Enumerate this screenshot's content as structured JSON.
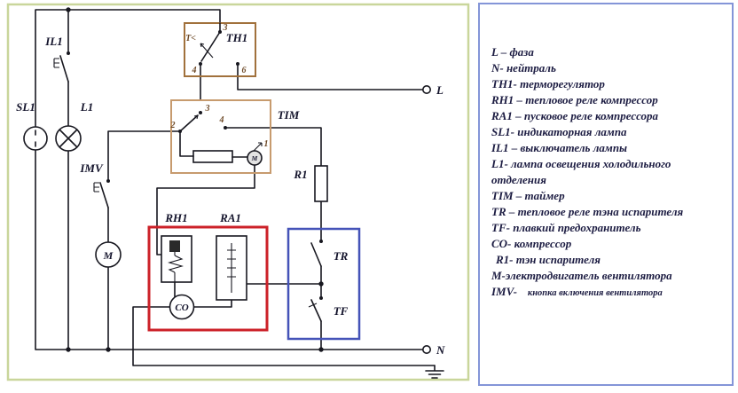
{
  "schematic": {
    "labels": {
      "il1": "IL1",
      "sl1": "SL1",
      "l1": "L1",
      "imv": "IMV",
      "th1": "TH1",
      "tim": "TIM",
      "r1": "R1",
      "rh1": "RH1",
      "ra1": "RA1",
      "co": "CO",
      "tr": "TR",
      "tf": "TF",
      "fan_motor": "М",
      "tim_motor": "М",
      "line_terminal": "L",
      "neutral_terminal": "N"
    },
    "pins": {
      "th1_3": "3",
      "th1_t": "T<",
      "th1_4": "4",
      "th1_6": "6",
      "tim_2": "2",
      "tim_3": "3",
      "tim_4": "4",
      "tim_1": "1"
    }
  },
  "legend": {
    "items": [
      "L – фаза",
      "N- нейтраль",
      "TH1- терморегулятор",
      "RH1 –  тепловое реле компрессор",
      "RA1 – пусковое реле компрессора",
      "SL1- индикаторная лампа",
      "IL1 – выключатель лампы",
      "L1- лампа освещения холодильного отделения",
      "TIM – таймер",
      "TR – тепловое реле тэна испарителя",
      "TF- плавкий предохранитель",
      "CO- компрессор",
      "R1- тэн испарителя",
      "М-электродвигатель вентилятора"
    ],
    "imv_code": "IMV-",
    "imv_desc": "кнопка включения вентилятора"
  }
}
